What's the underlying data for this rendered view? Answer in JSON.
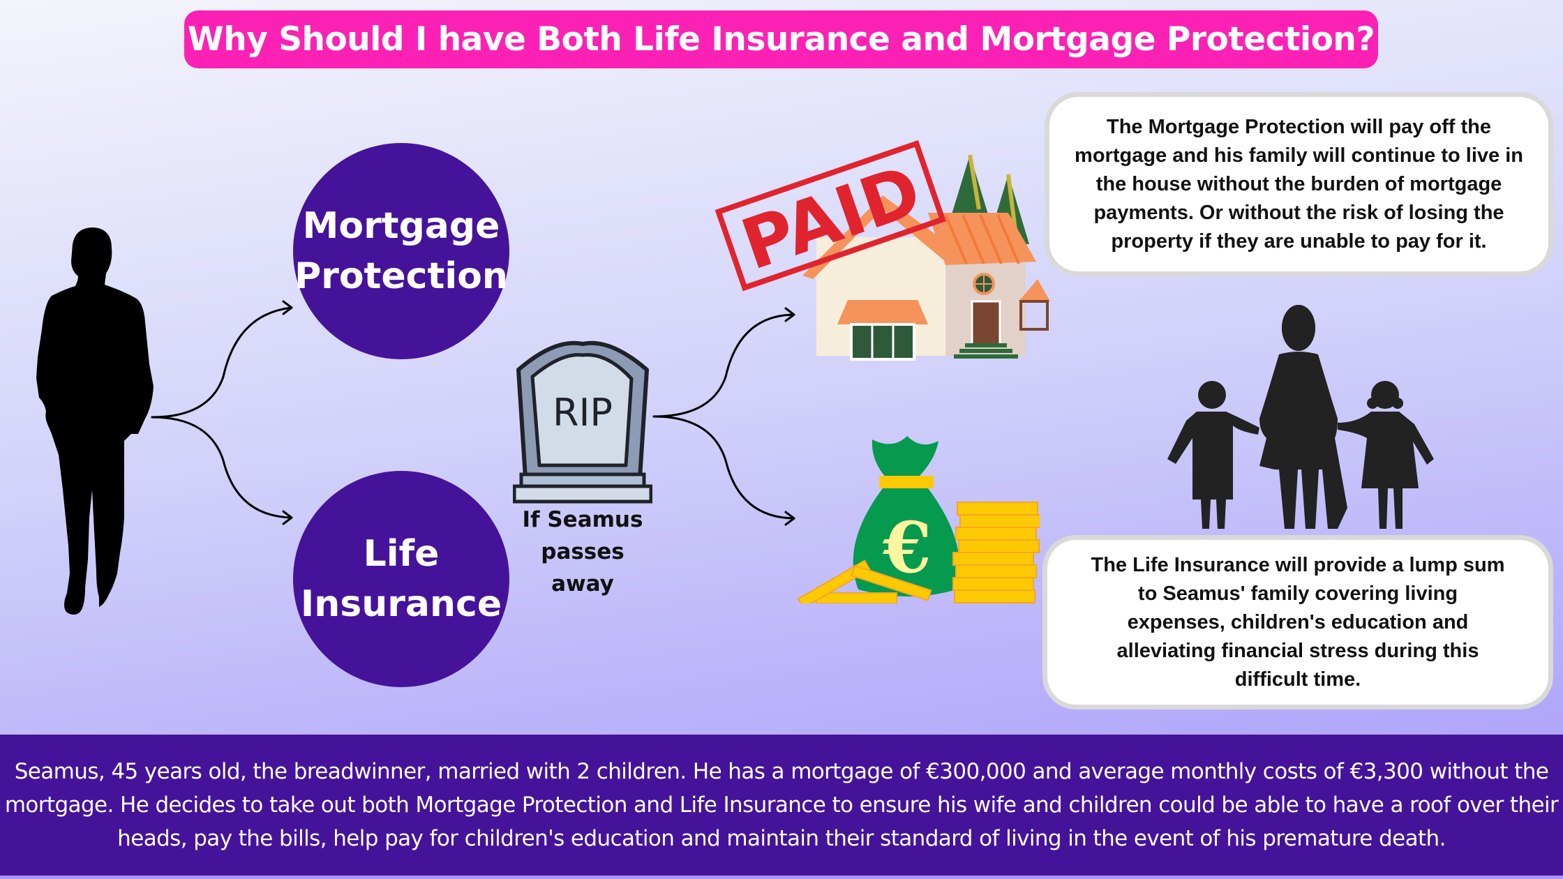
{
  "title": "Why Should I have Both Life Insurance and Mortgage Protection?",
  "colors": {
    "title_bg": "#fc21b5",
    "circle_bg": "#45139a",
    "bottom_band": "#45139a",
    "stamp_red": "#e0242e",
    "bag_green": "#069a4e",
    "coin_gold": "#fdc903"
  },
  "circles": {
    "mortgage": {
      "line1": "Mortgage",
      "line2": "Protection"
    },
    "life": {
      "line1": "Life",
      "line2": "Insurance"
    }
  },
  "tombstone": {
    "label": "RIP",
    "caption_line1": "If Seamus",
    "caption_line2": "passes",
    "caption_line3": "away"
  },
  "stamp": {
    "label": "PAID"
  },
  "money_bag": {
    "symbol": "€"
  },
  "info_boxes": {
    "mortgage": "The Mortgage Protection will pay off the mortgage and his family will continue to live in the house without the burden of mortgage payments. Or without the risk of losing the property if they are unable to pay for it.",
    "life": "The Life Insurance will provide a lump sum to Seamus' family covering living expenses, children's education and alleviating financial stress during this difficult time."
  },
  "scenario": "Seamus, 45 years old, the breadwinner, married with 2 children. He has a mortgage of €300,000 and average monthly costs of €3,300 without the mortgage. He decides to take out both Mortgage Protection and Life Insurance to ensure his wife and children could be able to have a roof over their heads, pay the bills, help pay for children's education and maintain their standard of living in the event of his premature death.",
  "icons": [
    "man-silhouette-icon",
    "tombstone-icon",
    "paid-stamp-icon",
    "house-icon",
    "money-bag-icon",
    "coin-stack-icon",
    "family-silhouette-icon",
    "arrow-icon"
  ]
}
